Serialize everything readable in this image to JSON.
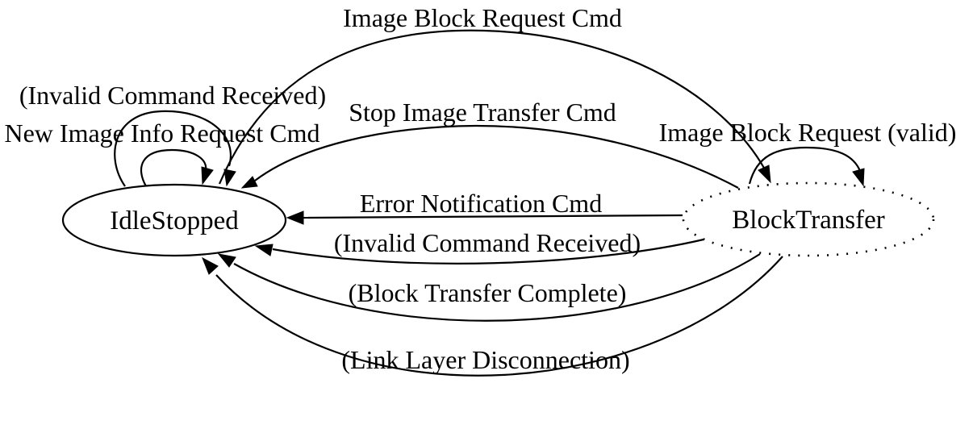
{
  "diagram": {
    "type": "state-machine",
    "background_color": "#ffffff",
    "stroke_color": "#000000",
    "states": [
      {
        "id": "idlestopped",
        "label": "IdleStopped",
        "border_style": "solid"
      },
      {
        "id": "blocktransfer",
        "label": "BlockTransfer",
        "border_style": "dotted"
      }
    ],
    "transitions": [
      {
        "label": "Image Block Request Cmd",
        "from": "IdleStopped",
        "to": "BlockTransfer"
      },
      {
        "label": "(Invalid Command Received)",
        "from": "IdleStopped",
        "to": "IdleStopped"
      },
      {
        "label": "New Image Info Request Cmd",
        "from": "IdleStopped",
        "to": "IdleStopped"
      },
      {
        "label": "Stop Image Transfer Cmd",
        "from": "BlockTransfer",
        "to": "IdleStopped"
      },
      {
        "label": "Image Block Request (valid)",
        "from": "BlockTransfer",
        "to": "BlockTransfer"
      },
      {
        "label": "Error Notification Cmd",
        "from": "BlockTransfer",
        "to": "IdleStopped"
      },
      {
        "label": "(Invalid Command Received)",
        "from": "BlockTransfer",
        "to": "IdleStopped"
      },
      {
        "label": "(Block Transfer Complete)",
        "from": "BlockTransfer",
        "to": "IdleStopped"
      },
      {
        "label": "(Link Layer Disconnection)",
        "from": "BlockTransfer",
        "to": "IdleStopped"
      }
    ]
  }
}
